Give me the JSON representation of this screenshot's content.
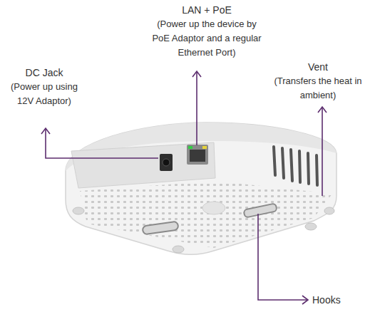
{
  "diagram": {
    "labels": [
      "LAN + PoE",
      "(Power up the device by PoE Adaptor and a regular Ethernet Port)",
      "DC Jack",
      "(Power up using 12V Adaptor)",
      "Vent",
      "(Transfers the heat in ambient)",
      "Hooks"
    ]
  }
}
